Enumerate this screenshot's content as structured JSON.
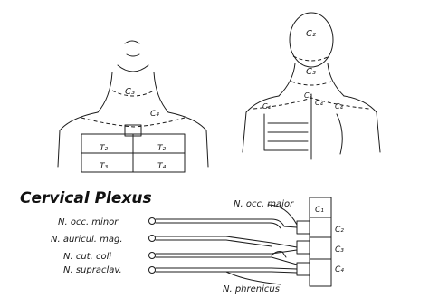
{
  "title": "Cervical Plexus",
  "front_labels": {
    "c3": "C₃",
    "c4": "C₄",
    "t2_left": "T₂",
    "t2_right": "T₂",
    "t3": "T₃",
    "t4": "T₄"
  },
  "back_labels": {
    "c2": "C₂",
    "c3": "C₃",
    "c4_left": "C₄",
    "c4_right": "C₄",
    "c3_mid": "C₃",
    "c4_mid": "C₄"
  },
  "nerves": {
    "occ_minor": "N. occ. minor",
    "auricul_mag": "N. auricul. mag.",
    "cut_coli": "N. cut. coli",
    "supraclav": "N. supraclav.",
    "occ_major": "N. occ. major",
    "phrenicus": "N. phrenicus"
  },
  "spine_segments": [
    "C₁",
    "C₂",
    "C₃",
    "C₄"
  ],
  "colors": {
    "ink": "#1c1c1c",
    "paper": "#ffffff"
  }
}
